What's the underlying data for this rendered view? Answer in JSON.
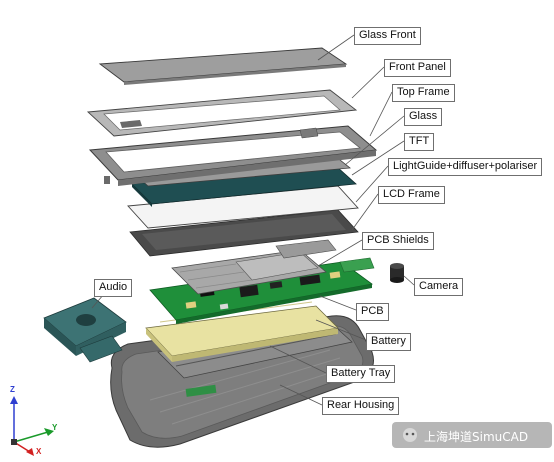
{
  "labels": {
    "glass_front": "Glass Front",
    "front_panel": "Front Panel",
    "top_frame": "Top Frame",
    "glass": "Glass",
    "tft": "TFT",
    "lightguide": "LightGuide+diffuser+polariser",
    "lcd_frame": "LCD Frame",
    "pcb_shields": "PCB Shields",
    "audio": "Audio",
    "camera": "Camera",
    "pcb": "PCB",
    "battery": "Battery",
    "battery_tray": "Battery Tray",
    "rear_housing": "Rear Housing"
  },
  "axis": {
    "z": "Z",
    "y": "Y",
    "x": "X"
  },
  "watermark": "上海坤道SimuCAD",
  "colors": {
    "pcb_green": "#1f8f3a",
    "battery_yellow": "#e8e2a2",
    "housing_gray": "#6a6a6a",
    "tft_teal": "#1f4e52",
    "audio_teal": "#3d7374"
  }
}
